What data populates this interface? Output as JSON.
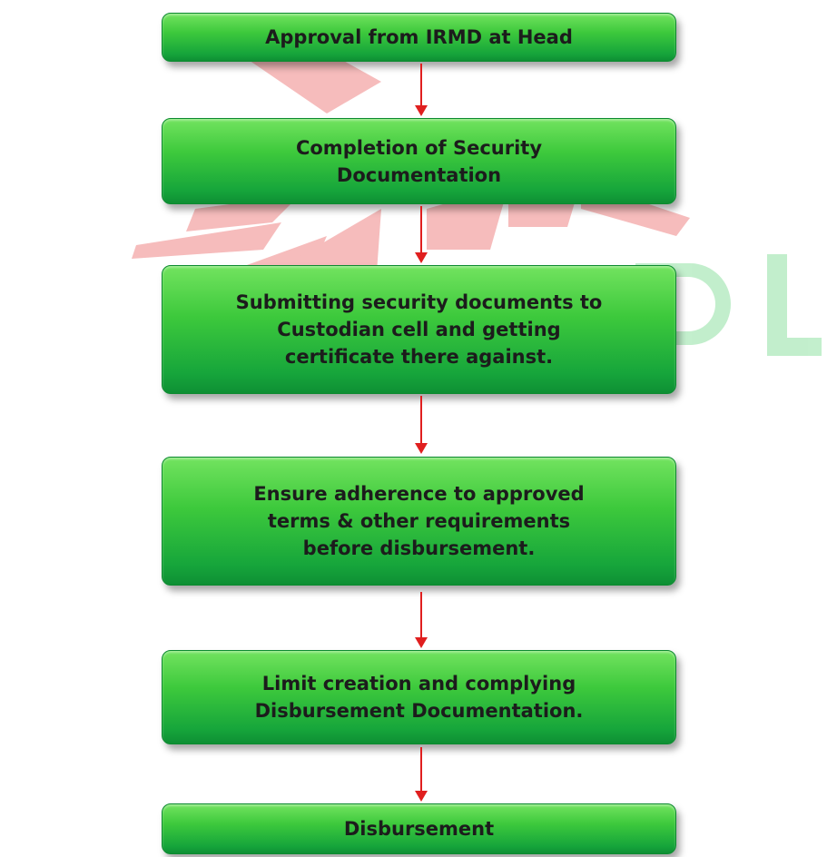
{
  "diagram": {
    "steps": [
      {
        "label": "Approval from IRMD at Head"
      },
      {
        "label": "Completion of Security\nDocumentation"
      },
      {
        "label": "Submitting security documents to\nCustodian cell and getting\ncertificate there against."
      },
      {
        "label": "Ensure adherence to approved\nterms & other requirements\nbefore disbursement."
      },
      {
        "label": "Limit creation and complying\nDisbursement Documentation."
      },
      {
        "label": "Disbursement"
      }
    ]
  },
  "colors": {
    "box_fill": "#2fbf3f",
    "box_text": "#1c1c1c",
    "arrow": "#e01f1f",
    "watermark_red": "#f3a6a6",
    "watermark_green": "#b8ecc4"
  }
}
